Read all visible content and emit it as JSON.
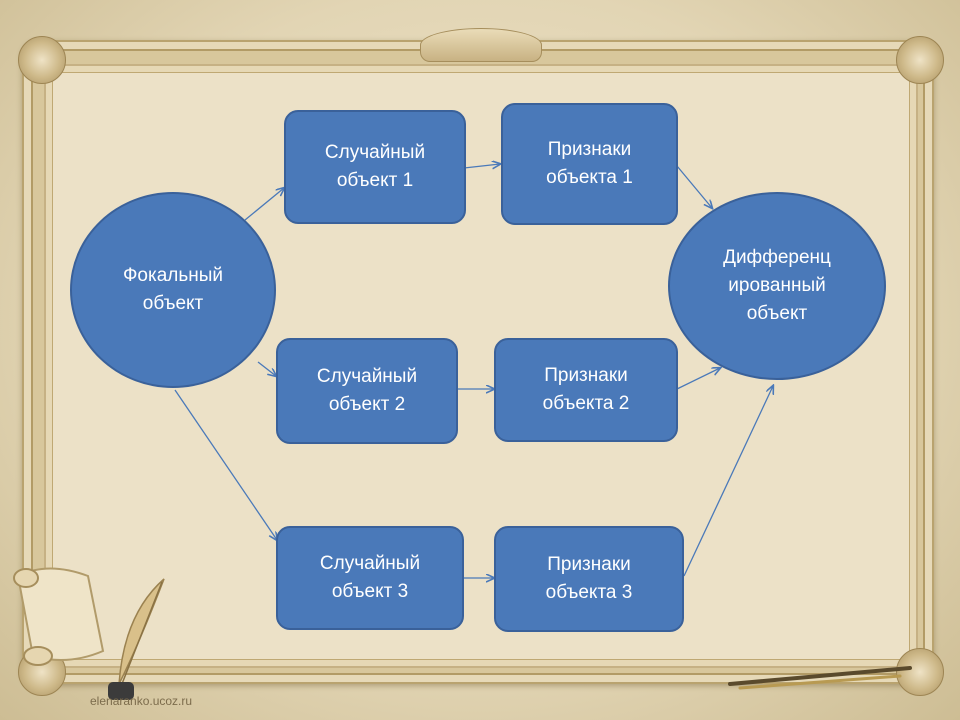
{
  "nodes": {
    "focal": "Фокальный\nобъект",
    "random1": "Случайный\nобъект 1",
    "random2": "Случайный\nобъект 2",
    "random3": "Случайный\nобъект 3",
    "features1": "Признаки\nобъекта 1",
    "features2": "Признаки\nобъекта 2",
    "features3": "Признаки\nобъекта 3",
    "result": "Дифференц\nированный\nобъект"
  },
  "footer": {
    "watermark": "elenaranko.ucoz.ru"
  },
  "colors": {
    "node_fill": "#4a79b9",
    "node_border": "#3a619a",
    "arrow": "#4a79b9",
    "background": "#ece1c7"
  }
}
